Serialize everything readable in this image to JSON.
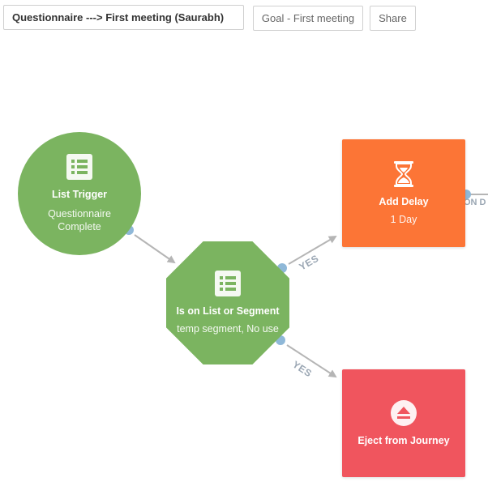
{
  "toolbar": {
    "journey_name": "Questionnaire ---> First meeting (Saurabh)",
    "goal_label": "Goal - First meeting",
    "share_label": "Share"
  },
  "nodes": {
    "list_trigger": {
      "title": "List Trigger",
      "subtitle": "Questionnaire Complete",
      "icon": "list-icon",
      "color": "#7bb460"
    },
    "segment_check": {
      "title": "Is on List or Segment",
      "subtitle": "temp segment, No use",
      "icon": "list-icon",
      "color": "#7bb460"
    },
    "add_delay": {
      "title": "Add Delay",
      "subtitle": "1 Day",
      "icon": "hourglass-icon",
      "color": "#fc7536"
    },
    "eject": {
      "title": "Eject from Journey",
      "icon": "eject-icon",
      "color": "#f0555e"
    }
  },
  "connectors": {
    "yes_upper": "YES",
    "yes_lower": "YES",
    "partial_label": "ON D"
  },
  "colors": {
    "connector_line": "#b5b5b5",
    "port_dot": "#8fb8d8",
    "label_text": "#9aa6b3"
  }
}
